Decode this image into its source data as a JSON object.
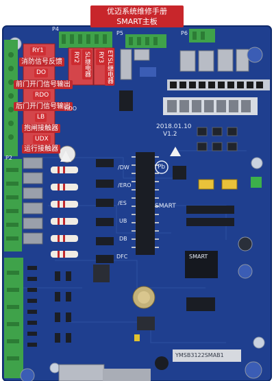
{
  "header": {
    "title_line1": "优迈系统维修手册",
    "title_line2": "SMART主板"
  },
  "left_labels": [
    {
      "code": "RY1",
      "desc": "消防信号反馈"
    },
    {
      "code": "DO",
      "desc": "前门开门信号输出"
    },
    {
      "code": "RDO",
      "desc": "后门开门信号输出"
    },
    {
      "code": "LB",
      "desc": "抱闸接触器"
    },
    {
      "code": "UDX",
      "desc": "运行接触器"
    }
  ],
  "relay_labels": [
    {
      "code": "RY2",
      "desc": "SL继电器"
    },
    {
      "code": "RY3",
      "desc": "ETSL继电器"
    }
  ],
  "silkscreen": {
    "p4": "P4",
    "p5": "P5",
    "p6": "P6",
    "p2": "P2",
    "date": "2018.01.10",
    "version": "V1.2",
    "pb": "Pb",
    "smart": "SMART",
    "dw": "/DW",
    "ero": "/ERO",
    "es": "/ES",
    "ub": "UB",
    "db": "DB",
    "dfc": "DFC",
    "ry2": "RY2",
    "ry3": "RY3",
    "rdo": "RDO",
    "chip": "SMART",
    "model": "YMSB3122SMAB1"
  }
}
